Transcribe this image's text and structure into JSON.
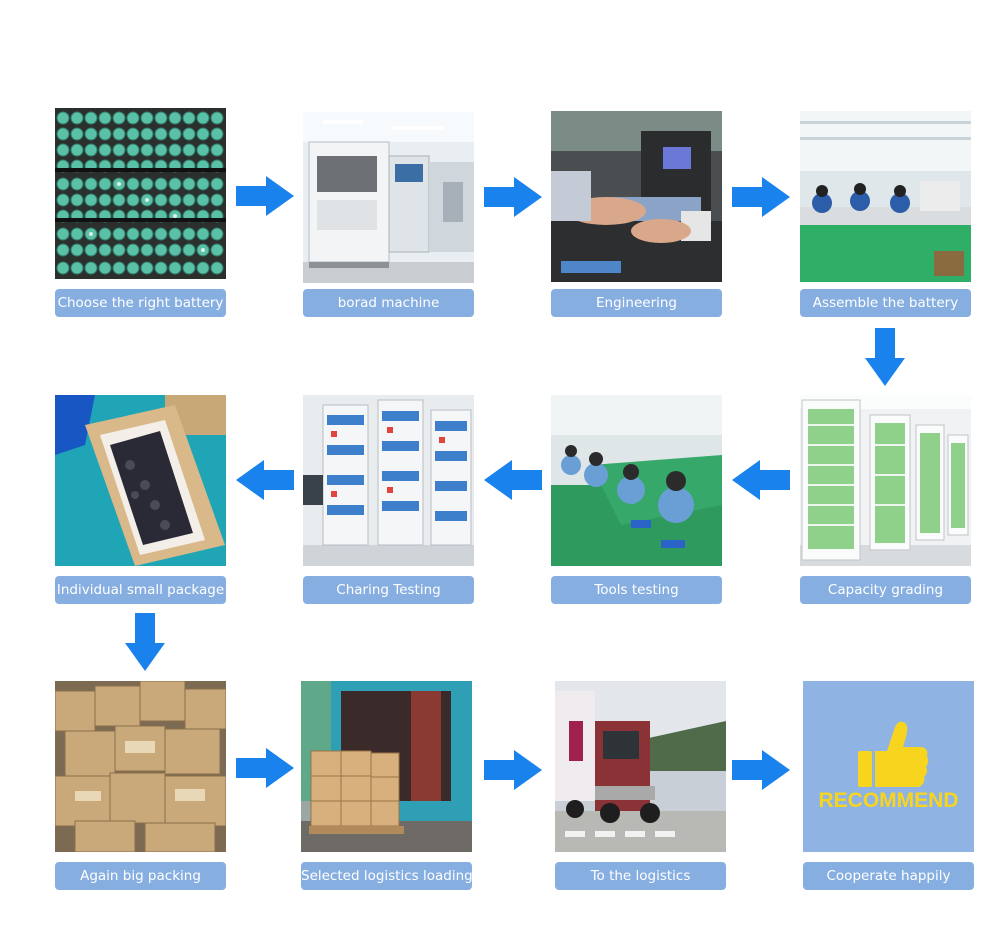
{
  "steps": [
    {
      "label": "Choose the right battery",
      "image": "battery-cells"
    },
    {
      "label": "borad machine",
      "image": "smt-machine"
    },
    {
      "label": "Engineering",
      "image": "spot-welding"
    },
    {
      "label": "Assemble the battery",
      "image": "assembly-line"
    },
    {
      "label": "Capacity grading",
      "image": "grading-cabinets"
    },
    {
      "label": "Tools testing",
      "image": "workers-testing"
    },
    {
      "label": "Charing Testing",
      "image": "charging-racks"
    },
    {
      "label": "Individual small package",
      "image": "box-package"
    },
    {
      "label": "Again big packing",
      "image": "stacked-cartons"
    },
    {
      "label": "Selected logistics loading",
      "image": "truck-loading"
    },
    {
      "label": "To the logistics",
      "image": "logistics-truck"
    },
    {
      "label": "Cooperate happily",
      "image": "recommend-thumb"
    }
  ],
  "recommend": {
    "text": "RECOMMEND",
    "icon": "thumbs-up-icon"
  },
  "colors": {
    "arrow": "#1a82ec",
    "label_bg": "#86aee0",
    "recommend_bg": "#8fb4e4",
    "recommend_text": "#f7d51e"
  }
}
